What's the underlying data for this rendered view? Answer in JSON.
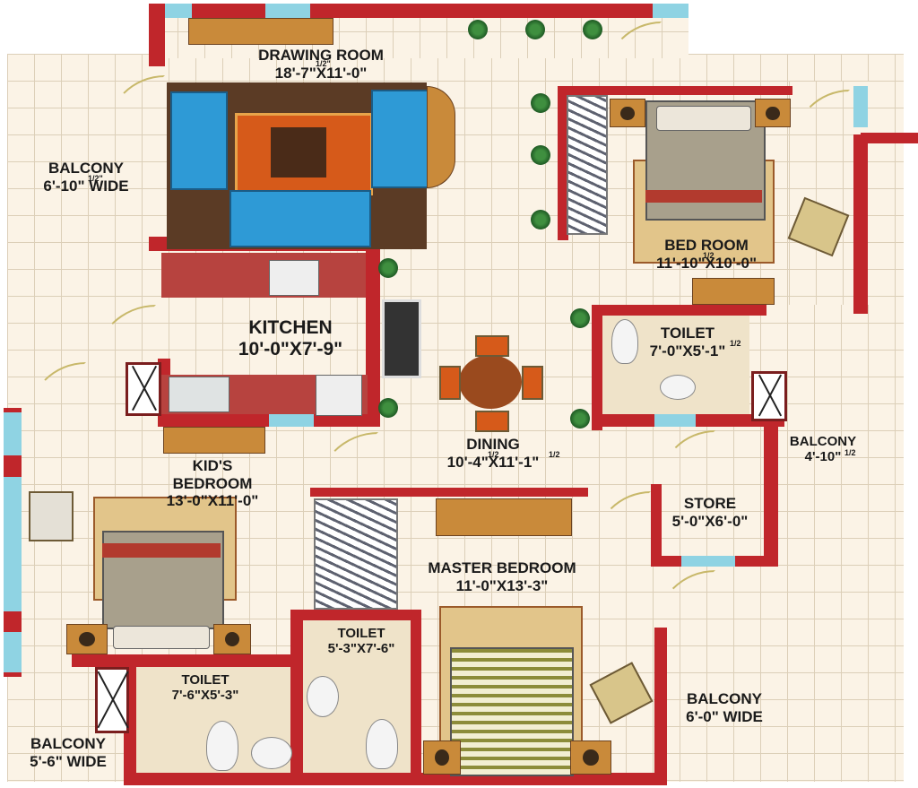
{
  "rooms": {
    "drawing_room": {
      "name": "DRAWING ROOM",
      "size": "18'-7\"X11'-0\"",
      "size_sup": "1/2\""
    },
    "balcony_left": {
      "name": "BALCONY",
      "size": "6'-10\" WIDE",
      "size_sup": "1/2\""
    },
    "bed_room": {
      "name": "BED ROOM",
      "size": "11'-10\"X10'-0\"",
      "size_sup": "1/2"
    },
    "kitchen": {
      "name": "KITCHEN",
      "size": "10'-0\"X7'-9\""
    },
    "toilet_right": {
      "name": "TOILET",
      "size": "7'-0\"X5'-1\"",
      "size_sup": "1/2"
    },
    "balcony_right": {
      "name": "BALCONY",
      "size": "4'-10\"",
      "size_sup": "1/2"
    },
    "dining": {
      "name": "DINING",
      "size": "10'-4\"X11'-1\"",
      "size_sup_a": "1/2",
      "size_sup_b": "1/2"
    },
    "kids_bedroom": {
      "name": "KID'S BEDROOM",
      "size": "13'-0\"X11'-0\""
    },
    "store": {
      "name": "STORE",
      "size": "5'-0\"X6'-0\""
    },
    "master_bedroom": {
      "name": "MASTER BEDROOM",
      "size": "11'-0\"X13'-3\""
    },
    "toilet_mid": {
      "name": "TOILET",
      "size": "5'-3\"X7'-6\""
    },
    "toilet_left": {
      "name": "TOILET",
      "size": "7'-6\"X5'-3\""
    },
    "balcony_bottom_right": {
      "name": "BALCONY",
      "size": "6'-0\" WIDE"
    },
    "balcony_bottom_left": {
      "name": "BALCONY",
      "size": "5'-6\" WIDE"
    }
  },
  "colors": {
    "wall": "#c0262b",
    "window": "#8fd3e3",
    "floor": "#fbf3e6",
    "grid": "#dccfb8"
  }
}
